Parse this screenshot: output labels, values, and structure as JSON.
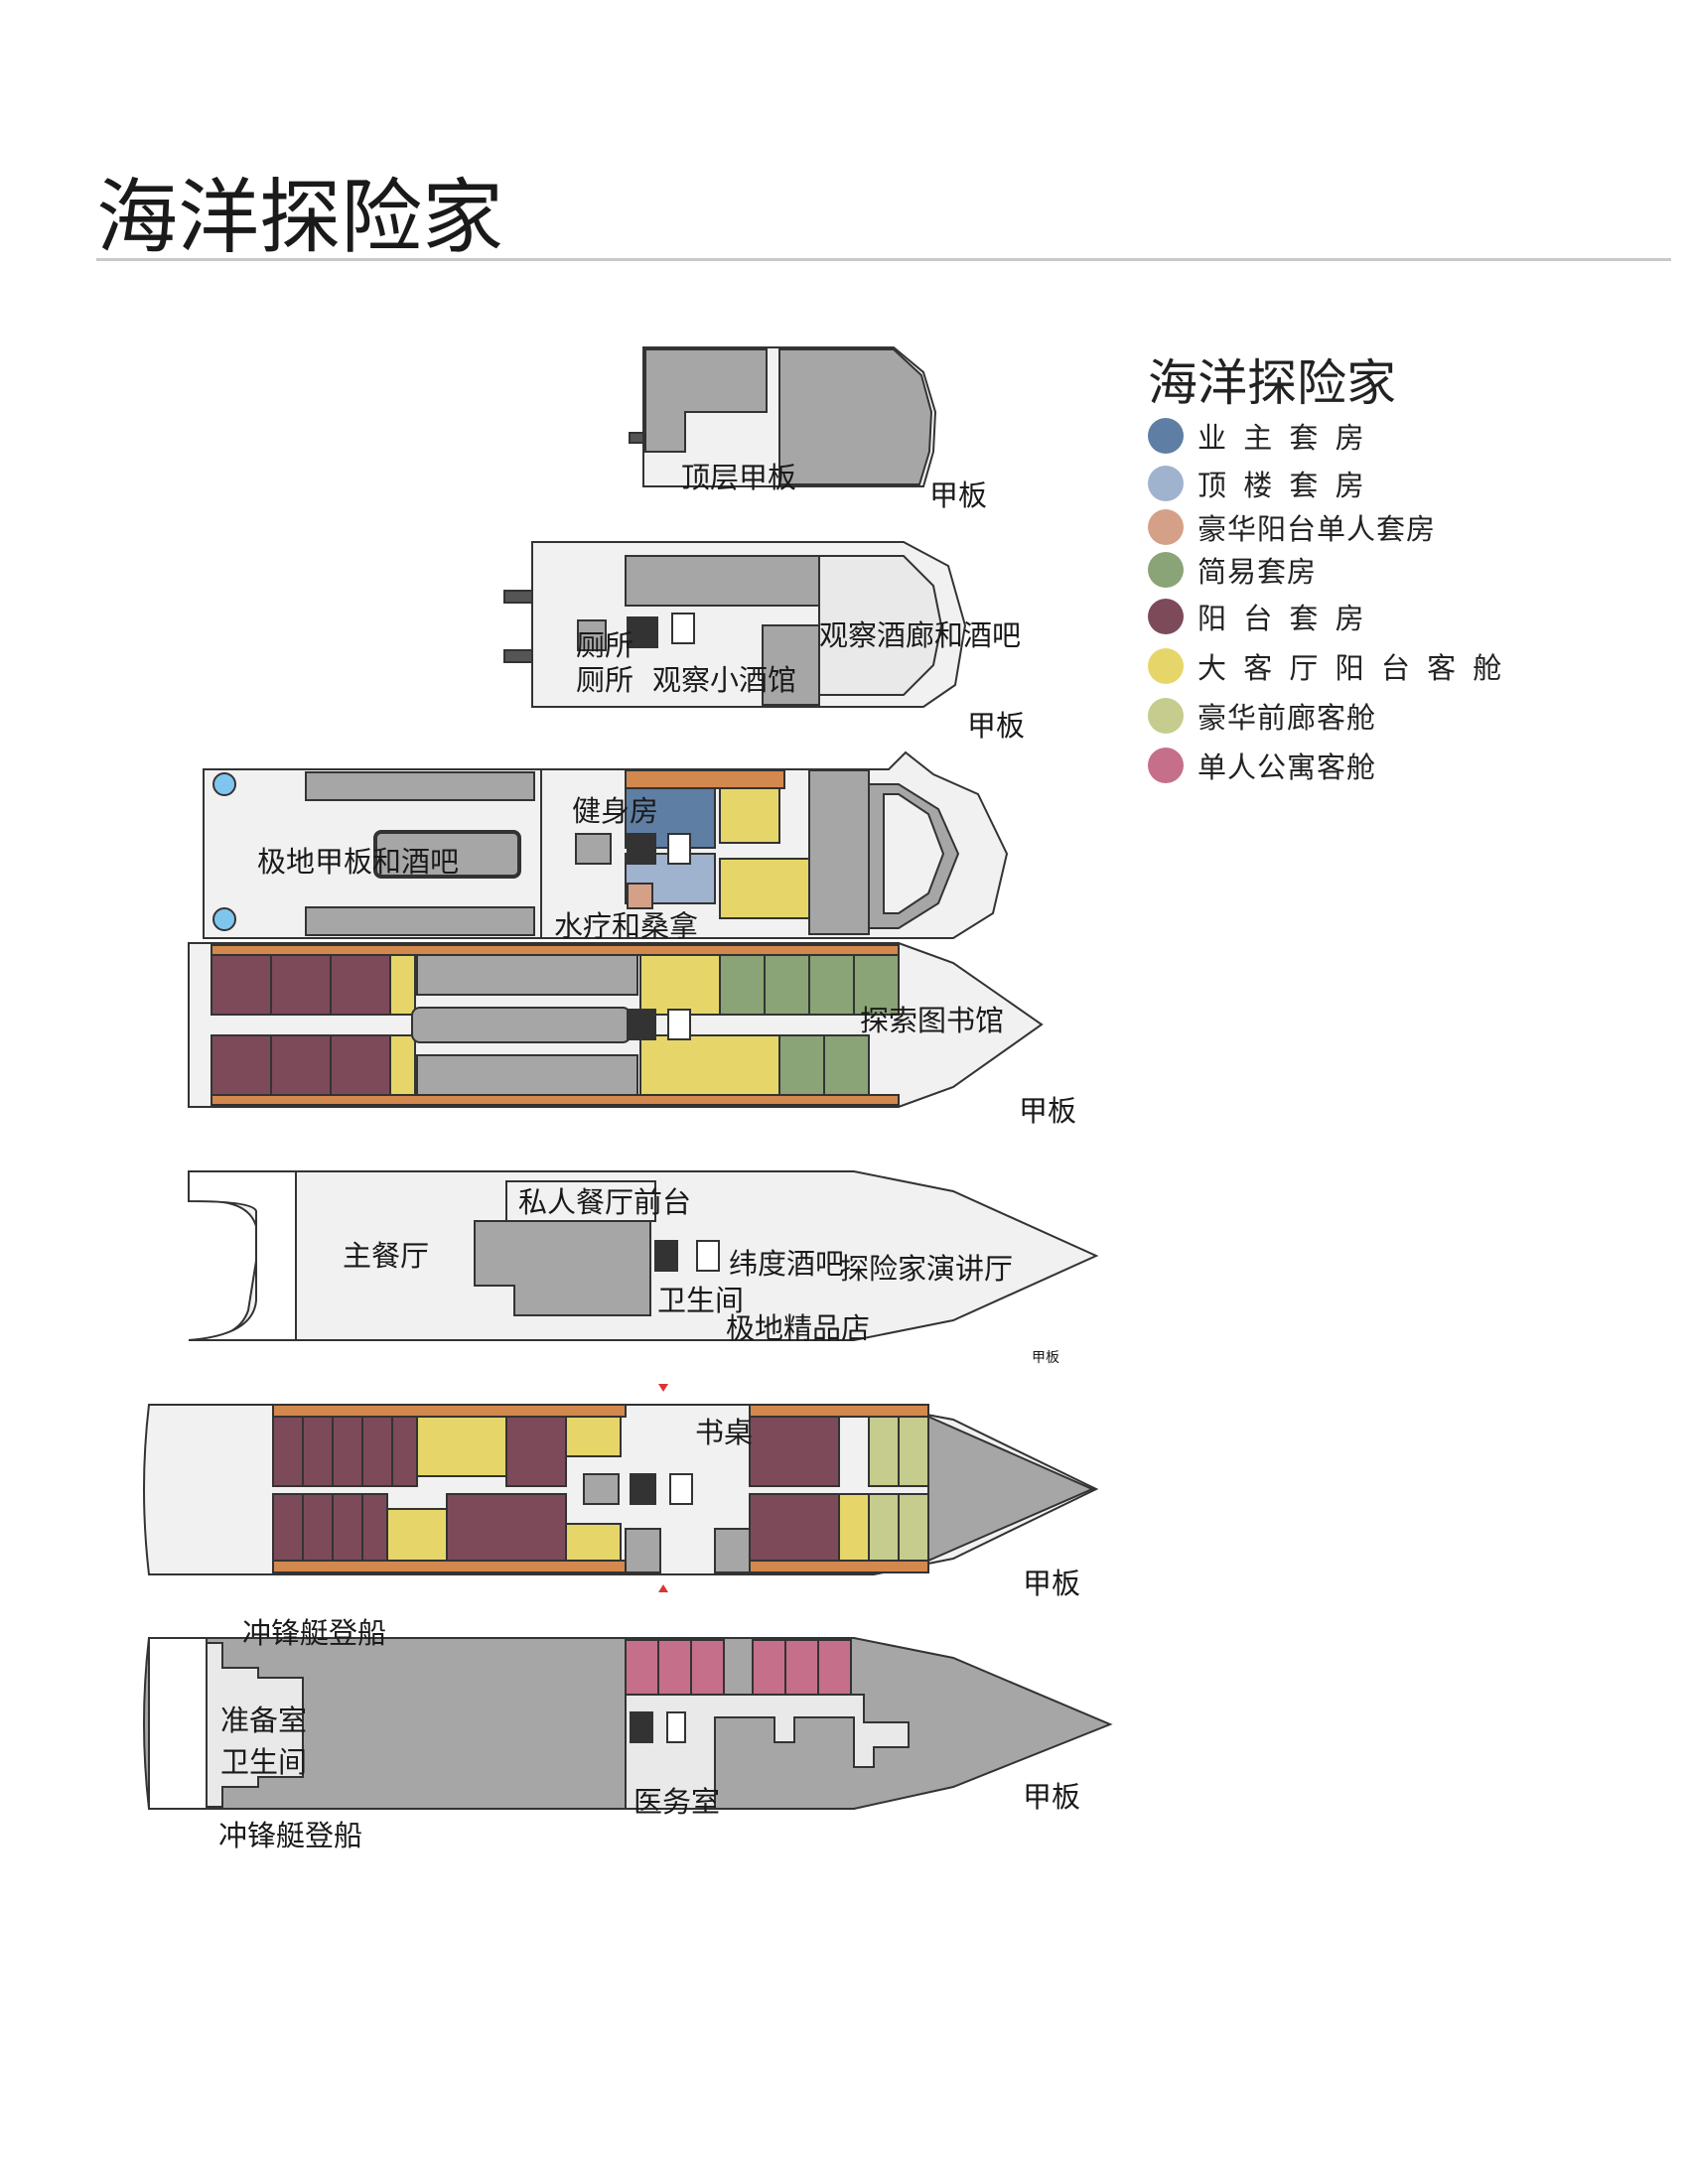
{
  "title": "海洋探险家",
  "legend": {
    "title": "海洋探险家",
    "items": [
      {
        "label": "业 主 套 房",
        "color": "#5f7ea3"
      },
      {
        "label": "顶 楼 套 房",
        "color": "#9fb3cf"
      },
      {
        "label": "豪华阳台单人套房",
        "color": "#d4a088"
      },
      {
        "label": "简易套房",
        "color": "#8aa377"
      },
      {
        "label": "阳 台 套 房",
        "color": "#7d4a5a"
      },
      {
        "label": "大 客 厅 阳 台 客 舱",
        "color": "#e6d66a"
      },
      {
        "label": "豪华前廊客舱",
        "color": "#c5cc8d"
      },
      {
        "label": "单人公寓客舱",
        "color": "#c56f8b"
      }
    ]
  },
  "decks": {
    "deck_word": "甲板",
    "top": {
      "label": "顶层甲板"
    },
    "observation": {
      "toilet1": "厕所",
      "toilet2": "厕所",
      "bistro": "观察小酒馆",
      "lounge": "观察酒廊和酒吧"
    },
    "polar": {
      "gym": "健身房",
      "polar_bar": "极地甲板和酒吧",
      "spa": "水疗和桑拿"
    },
    "library": {
      "library": "探索图书馆"
    },
    "restaurant": {
      "private": "私人餐厅前台",
      "main": "主餐厅",
      "latitude": "纬度酒吧",
      "lecture": "探险家演讲厅",
      "wc": "卫生间",
      "shop": "极地精品店"
    },
    "reception": {
      "desk": "书桌"
    },
    "lower": {
      "zodiac_top": "冲锋艇登船",
      "prep": "准备室",
      "wc": "卫生间",
      "medical": "医务室",
      "zodiac_bottom": "冲锋艇登船"
    }
  }
}
